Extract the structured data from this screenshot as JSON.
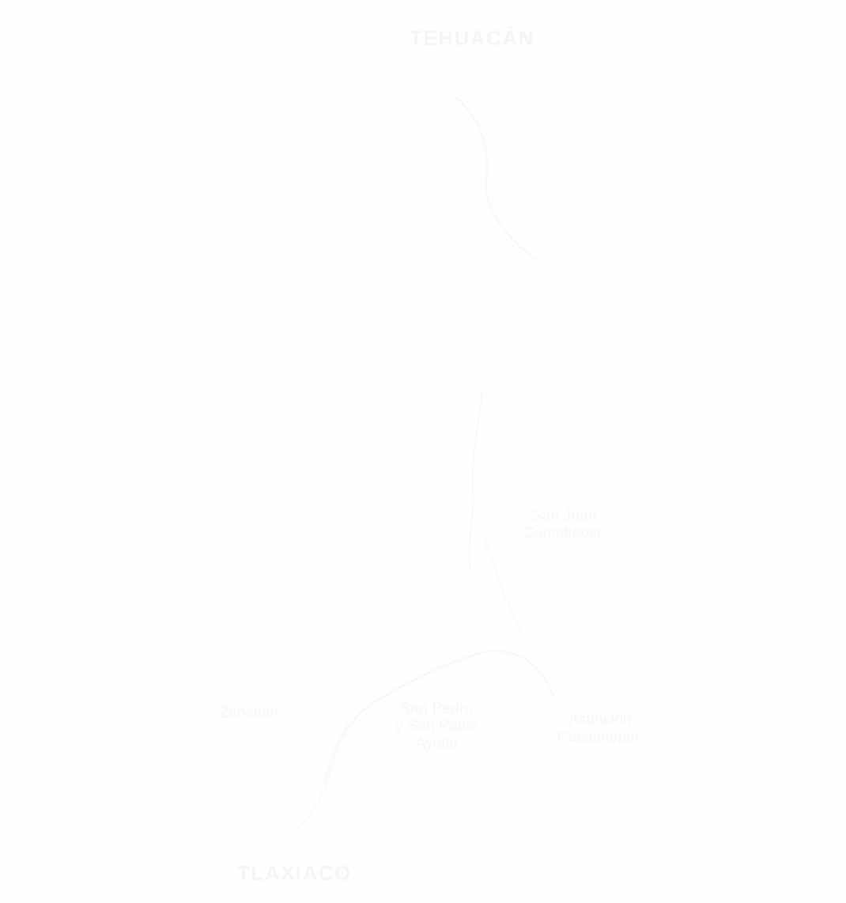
{
  "map": {
    "background_color": "#fefefe",
    "road_color": "#f7f7f7",
    "label_color": "#f6f6f6",
    "labels": {
      "tehuacan": {
        "text": "TEHUACÁN",
        "type": "city"
      },
      "tlaxiaco": {
        "text": "TLAXIACO",
        "type": "city"
      },
      "ayutla": {
        "type": "town",
        "lines": [
          "San Pedro",
          "y San Pablo",
          "Ayutla"
        ]
      },
      "cacalotepec": {
        "type": "town",
        "lines": [
          "Asunción",
          "Cacalotepec"
        ]
      },
      "comaltepec": {
        "type": "town",
        "lines": [
          "San Juan",
          "Comaltepec"
        ]
      },
      "zimatlan": {
        "text": "Zimatlán",
        "type": "town"
      }
    }
  }
}
